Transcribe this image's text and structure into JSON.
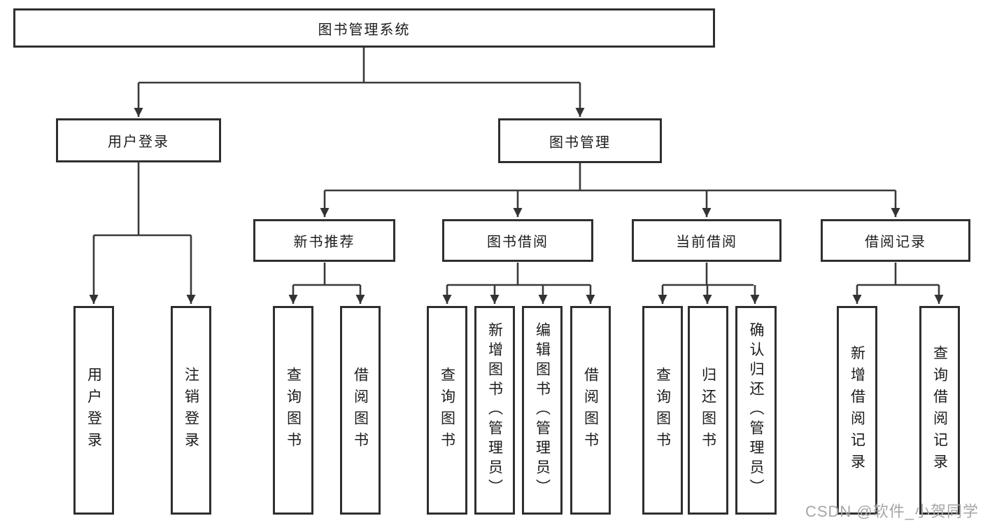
{
  "style": {
    "background": "#ffffff",
    "line_color": "#3a3a3a",
    "box_border_color": "#2f2f2f",
    "text_color": "#1c1c1c",
    "watermark_color": "#a6a6a6"
  },
  "watermark": {
    "text": "CSDN @软件_小贺同学"
  },
  "diagram": {
    "type": "hierarchy-tree",
    "root": {
      "label": "图书管理系统"
    },
    "branches": [
      {
        "label": "用户登录",
        "children": [
          {
            "label": "用户登录"
          },
          {
            "label": "注销登录"
          }
        ]
      },
      {
        "label": "图书管理",
        "children": [
          {
            "label": "新书推荐",
            "children": [
              {
                "label": "查询图书"
              },
              {
                "label": "借阅图书"
              }
            ]
          },
          {
            "label": "图书借阅",
            "children": [
              {
                "label": "查询图书"
              },
              {
                "label": "新增图书（管理员）"
              },
              {
                "label": "编辑图书（管理员）"
              },
              {
                "label": "借阅图书"
              }
            ]
          },
          {
            "label": "当前借阅",
            "children": [
              {
                "label": "查询图书"
              },
              {
                "label": "归还图书"
              },
              {
                "label": "确认归还（管理员）"
              }
            ]
          },
          {
            "label": "借阅记录",
            "children": [
              {
                "label": "新增借阅记录"
              },
              {
                "label": "查询借阅记录"
              }
            ]
          }
        ]
      }
    ]
  }
}
